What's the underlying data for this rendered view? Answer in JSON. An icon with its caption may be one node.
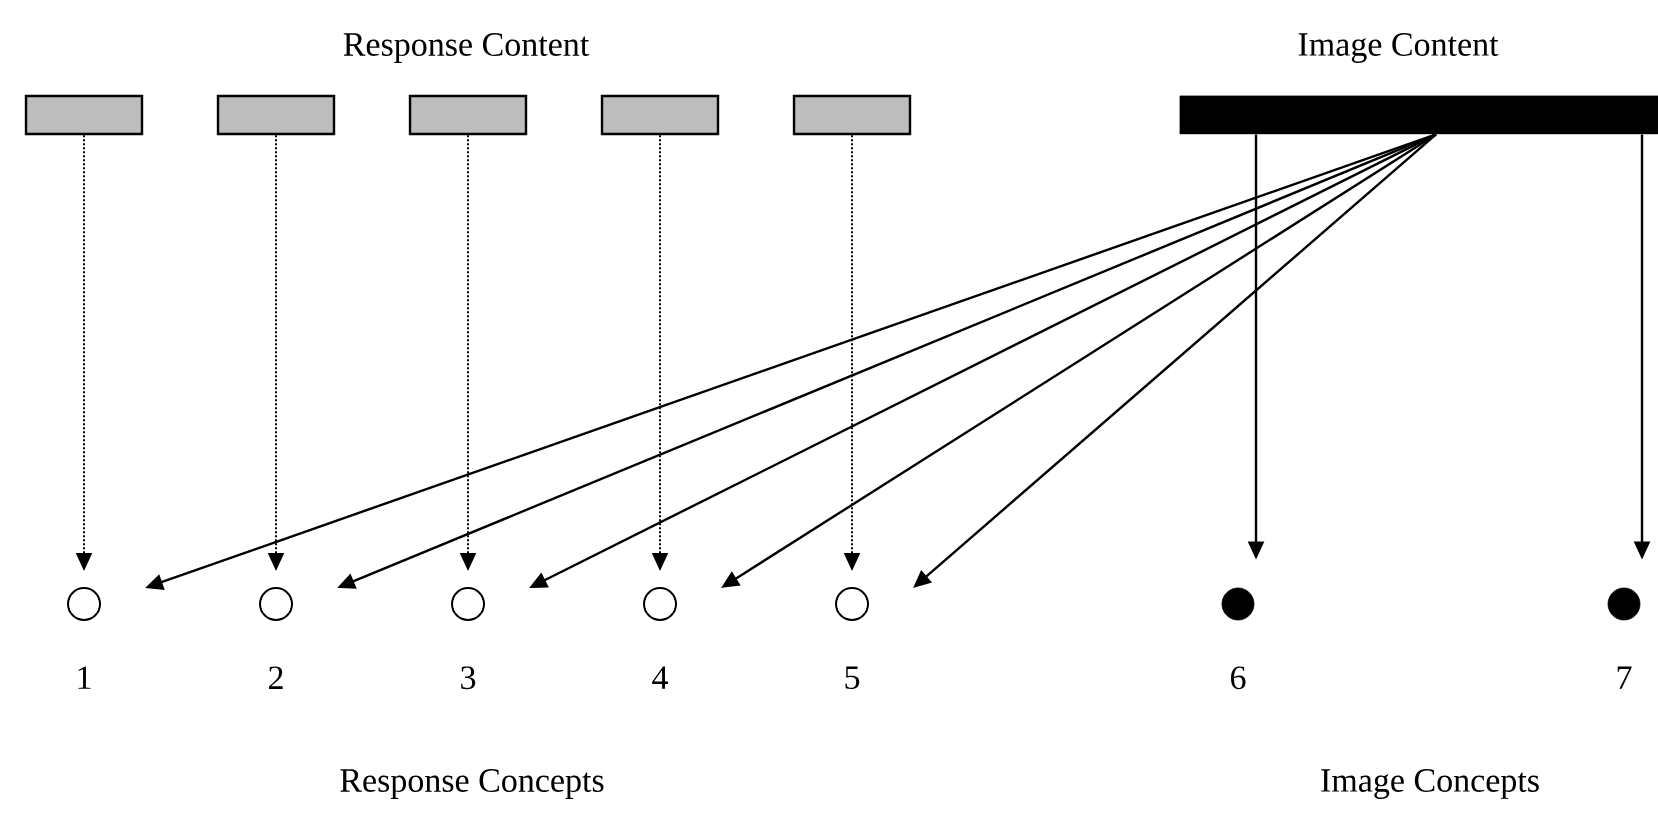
{
  "diagram": {
    "nodes": [
      {
        "text": [],
        "shape": "box"
      },
      {
        "text": [],
        "shape": "box"
      },
      {
        "text": [],
        "shape": "box"
      },
      {
        "text": [],
        "shape": "box"
      },
      {
        "text": [],
        "shape": "box"
      },
      {
        "text": [],
        "shape": "bar"
      },
      {
        "text": [],
        "shape": "circle",
        "beside": [
          "1"
        ]
      },
      {
        "text": [],
        "shape": "circle",
        "beside": [
          "2"
        ]
      },
      {
        "text": [],
        "shape": "circle",
        "beside": [
          "3"
        ]
      },
      {
        "text": [],
        "shape": "circle",
        "beside": [
          "4"
        ]
      },
      {
        "text": [],
        "shape": "circle",
        "beside": [
          "5"
        ]
      },
      {
        "text": [],
        "shape": "dot",
        "beside": [
          "6"
        ]
      },
      {
        "text": [],
        "shape": "dot",
        "beside": [
          "7"
        ]
      }
    ],
    "edges": [
      {
        "from": 0,
        "to": 6,
        "arrow": "to",
        "style": "dashed"
      },
      {
        "from": 1,
        "to": 7,
        "arrow": "to",
        "style": "dashed"
      },
      {
        "from": 2,
        "to": 8,
        "arrow": "to",
        "style": "dashed"
      },
      {
        "from": 3,
        "to": 9,
        "arrow": "to",
        "style": "dashed"
      },
      {
        "from": 4,
        "to": 10,
        "arrow": "to",
        "style": "dashed"
      },
      {
        "from": 5,
        "to": 6,
        "arrow": "to"
      },
      {
        "from": 5,
        "to": 7,
        "arrow": "to"
      },
      {
        "from": 5,
        "to": 8,
        "arrow": "to"
      },
      {
        "from": 5,
        "to": 9,
        "arrow": "to"
      },
      {
        "from": 5,
        "to": 10,
        "arrow": "to"
      },
      {
        "from": 5,
        "to": 11,
        "arrow": "to"
      },
      {
        "from": 5,
        "to": 12,
        "arrow": "to"
      }
    ],
    "labels": [
      "Response Content",
      "Image Content",
      "Response Concepts",
      "Image Concepts"
    ]
  }
}
